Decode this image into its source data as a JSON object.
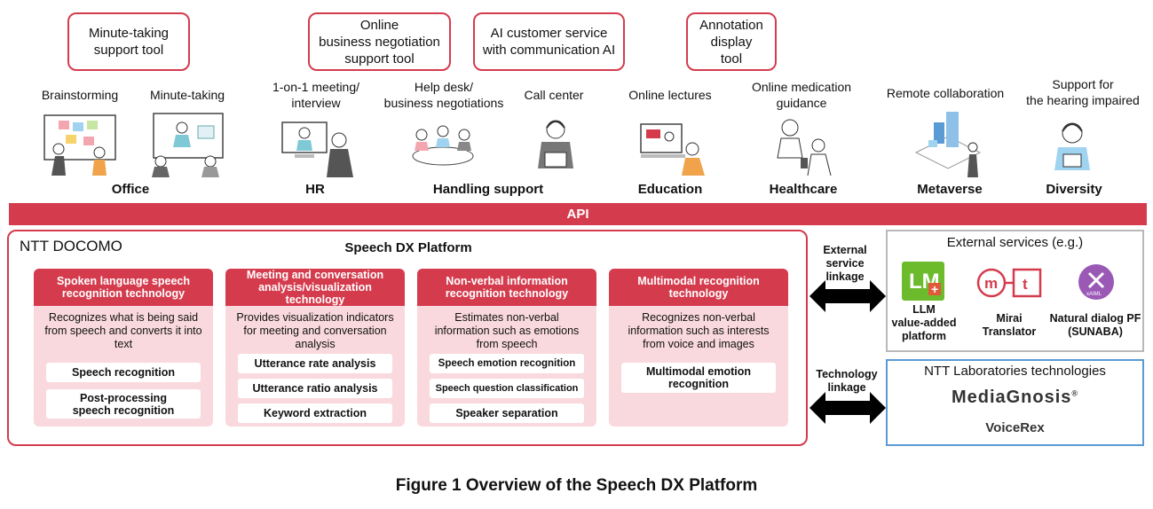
{
  "tools": [
    {
      "id": "minute",
      "label": "Minute-taking\nsupport tool"
    },
    {
      "id": "negotiation",
      "label": "Online\nbusiness negotiation\nsupport tool"
    },
    {
      "id": "ai",
      "label": "AI customer service\nwith communication AI"
    },
    {
      "id": "annotation",
      "label": "Annotation\ndisplay\ntool"
    }
  ],
  "scenes": [
    {
      "label": "Brainstorming"
    },
    {
      "label": "Minute-taking"
    },
    {
      "label": "1-on-1 meeting/\ninterview"
    },
    {
      "label": "Help desk/\nbusiness negotiations"
    },
    {
      "label": "Call center"
    },
    {
      "label": "Online lectures"
    },
    {
      "label": "Online medication\nguidance"
    },
    {
      "label": "Remote collaboration"
    },
    {
      "label": "Support for\nthe hearing impaired"
    }
  ],
  "categories": [
    "Office",
    "HR",
    "Handling support",
    "Education",
    "Healthcare",
    "Metaverse",
    "Diversity"
  ],
  "api_label": "API",
  "platform": {
    "org": "NTT DOCOMO",
    "title": "Speech DX Platform",
    "technologies": [
      {
        "title": "Spoken language speech\nrecognition technology",
        "desc": "Recognizes what is being said\nfrom speech and converts it into\ntext",
        "items": [
          "Speech recognition",
          "Post-processing\nspeech recognition"
        ]
      },
      {
        "title": "Meeting and conversation\nanalysis/visualization\ntechnology",
        "desc": "Provides visualization indicators\nfor meeting and conversation\nanalysis",
        "items": [
          "Utterance rate analysis",
          "Utterance ratio analysis",
          "Keyword extraction"
        ]
      },
      {
        "title": "Non-verbal information\nrecognition technology",
        "desc": "Estimates non-verbal\ninformation such as emotions\nfrom speech",
        "items": [
          "Speech emotion recognition",
          "Speech question classification",
          "Speaker separation"
        ]
      },
      {
        "title": "Multimodal recognition\ntechnology",
        "desc": "Recognizes non-verbal\ninformation such as interests\nfrom voice and images",
        "items": [
          "Multimodal emotion\nrecognition"
        ]
      }
    ]
  },
  "linkages": {
    "external": "External\nservice\nlinkage",
    "technology": "Technology\nlinkage"
  },
  "external_services": {
    "title": "External services (e.g.)",
    "services": [
      {
        "label": "LLM\nvalue-added\nplatform",
        "logo_text": "LM"
      },
      {
        "label": "Mirai\nTranslator",
        "logo_text_1": "m",
        "logo_text_2": "t"
      },
      {
        "label": "Natural dialog PF\n(SUNABA)",
        "logo_text": "xAIML"
      }
    ]
  },
  "ntt_labs": {
    "title": "NTT Laboratories technologies",
    "items": [
      "MediaGnosis",
      "VoiceRex"
    ],
    "mediagnosis_mark": "®"
  },
  "caption": "Figure 1  Overview of the Speech DX Platform",
  "colors": {
    "accent": "#d43c4e",
    "card_bg": "#f9d9dd",
    "ext_border": "#b9b9b9",
    "lab_border": "#5b9bd5"
  }
}
